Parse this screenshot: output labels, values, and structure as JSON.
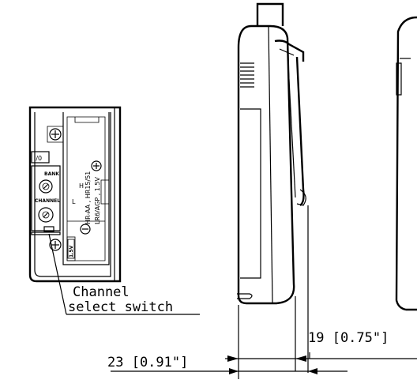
{
  "callout": {
    "line1": "Channel",
    "line2": "select switch"
  },
  "dimensions": {
    "dim_23": "23 [0.91\"]",
    "dim_19": "19 [0.75\"]"
  },
  "switch_panel": {
    "power_label": "I/0",
    "bank_label": "BANK",
    "channel_label": "CHANNEL",
    "h_label": "H",
    "l_label": "L",
    "voltage_label": "1.5V"
  },
  "battery_label": {
    "line1": "HR-AA , HR15/51",
    "line2": "LR6/AGP , 1.5V"
  }
}
